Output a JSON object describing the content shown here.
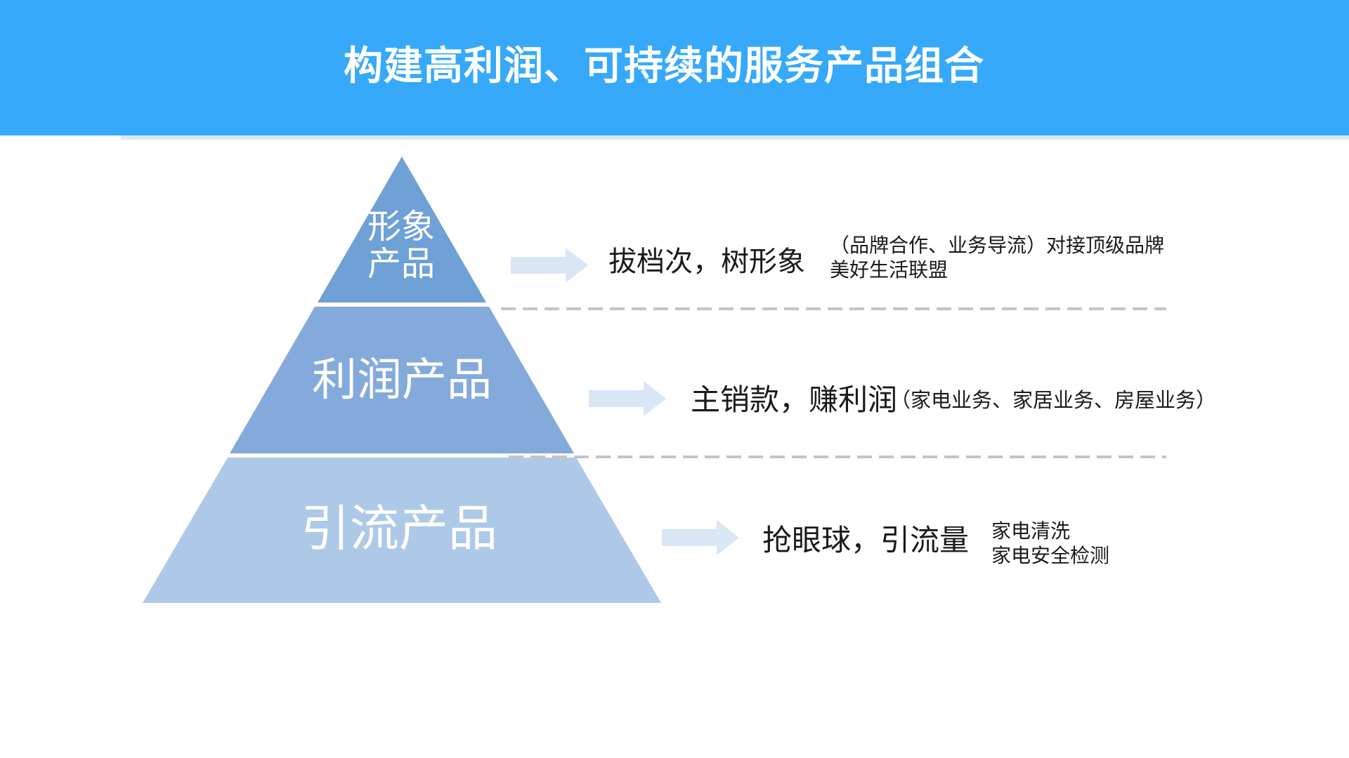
{
  "header": {
    "title": "构建高利润、可持续的服务产品组合",
    "bg_color": "#36A9FA",
    "accent_strip_color": "#D8E9F7"
  },
  "pyramid": {
    "tiers": [
      {
        "id": "image-products",
        "label": "形象\n产品",
        "color": "#6FA0D6"
      },
      {
        "id": "profit-products",
        "label": "利润产品",
        "color": "#83AADB"
      },
      {
        "id": "traffic-products",
        "label": "引流产品",
        "color": "#AEC9E7"
      }
    ]
  },
  "rows": [
    {
      "headline": "拔档次，树形象",
      "detail": "（品牌合作、业务导流）对接顶级品牌\n美好生活联盟"
    },
    {
      "headline": "主销款，赚利润",
      "detail": "（家电业务、家居业务、房屋业务）"
    },
    {
      "headline": "抢眼球，引流量",
      "detail": "家电清洗\n家电安全检测"
    }
  ],
  "arrow_color": "#D9E6F5",
  "dash_color": "#C4C4C4"
}
